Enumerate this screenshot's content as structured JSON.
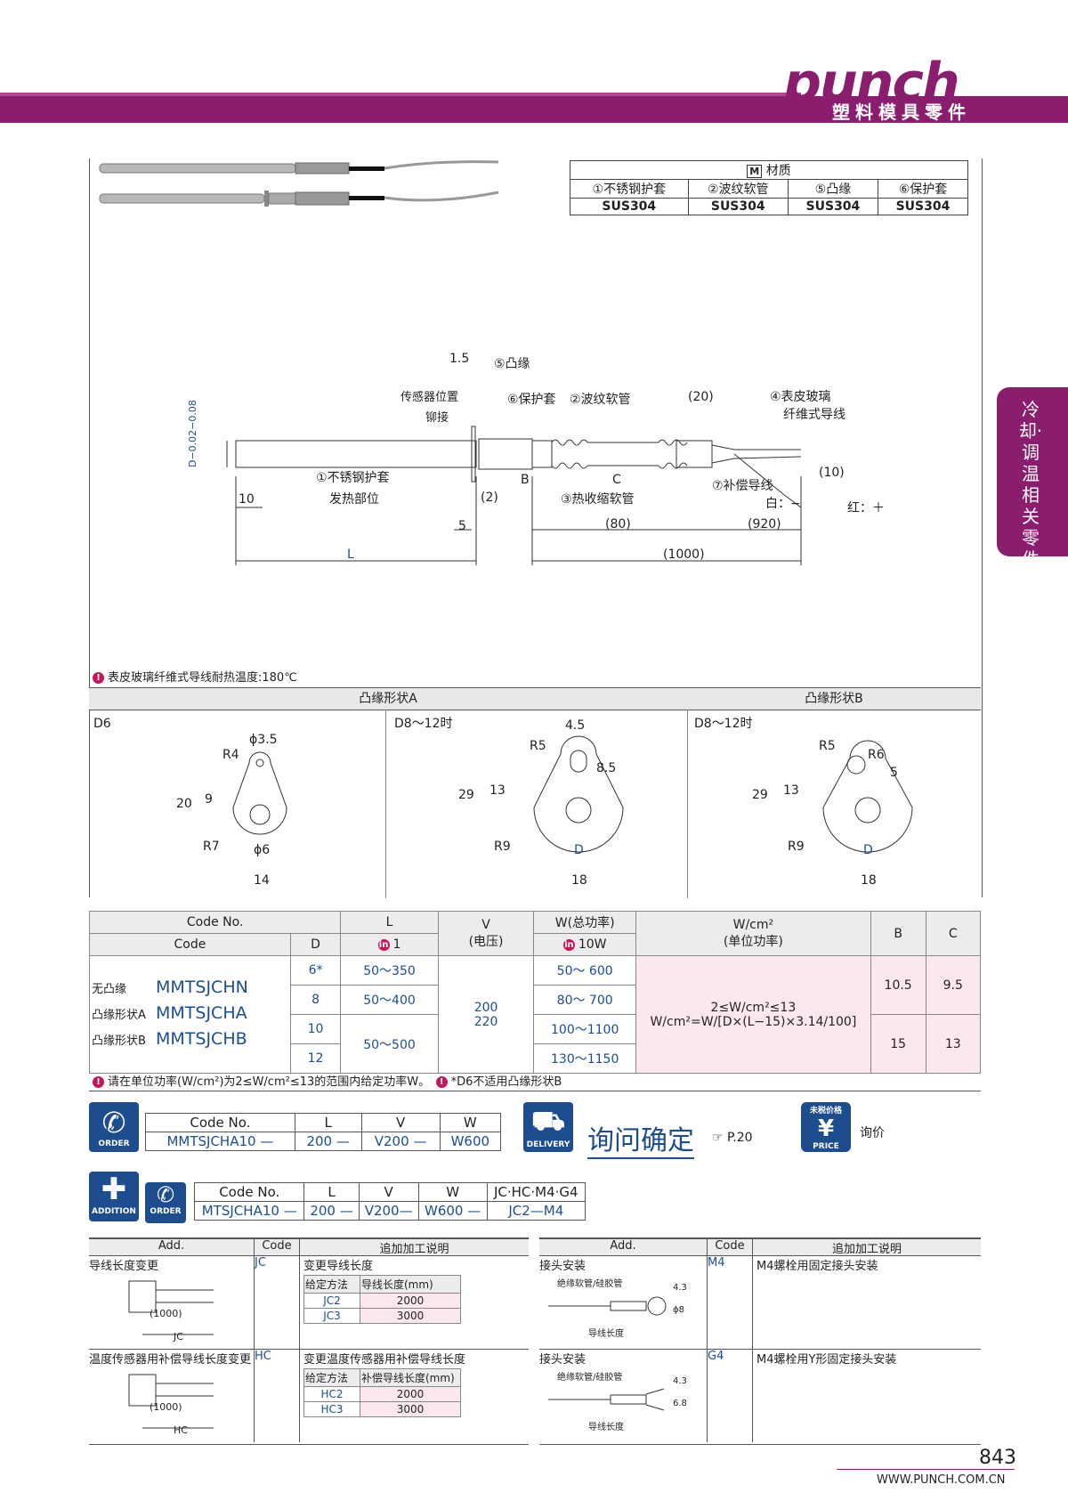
{
  "header": {
    "logo": "punch",
    "subtitle": "塑料模具零件",
    "side_tab": "冷却·调温相关零件"
  },
  "material": {
    "title": "材质",
    "badge": "M",
    "cols": [
      "①不锈钢护套",
      "②波纹软管",
      "⑤凸缘",
      "⑥保护套"
    ],
    "vals": [
      "SUS304",
      "SUS304",
      "SUS304",
      "SUS304"
    ]
  },
  "drawing": {
    "labels": {
      "l15": "1.5",
      "flange": "⑤凸缘",
      "sensor": "传感器位置",
      "rivet": "铆接",
      "cover": "⑥保护套",
      "hose": "②波纹软管",
      "d20": "(20)",
      "wire": "④表皮玻璃",
      "wire2": "纤维式导线",
      "tol": "D−0.02−0.08",
      "sheath": "①不锈钢护套",
      "heat": "发热部位",
      "b": "B",
      "c": "C",
      "shrink": "③热收缩软管",
      "comp": "⑦补偿导线",
      "d10": "(10)",
      "white": "白：−",
      "red": "红：＋",
      "ten": "10",
      "two": "(2)",
      "five": "5",
      "d80": "(80)",
      "d920": "(920)",
      "L": "L",
      "d1000": "(1000)"
    }
  },
  "note1": "表皮玻璃纤维式导线耐热温度:180℃",
  "shapes": {
    "a_title": "凸缘形状A",
    "b_title": "凸缘形状B",
    "p1": {
      "lbl": "D6",
      "d": "ϕ3.5",
      "r": "R4",
      "h": "20",
      "h2": "9",
      "r2": "R7",
      "dia": "ϕ6",
      "w": "14"
    },
    "p2": {
      "lbl": "D8～12时",
      "t": "4.5",
      "r": "R5",
      "h": "29",
      "h2": "13",
      "s": "8.5",
      "r2": "R9",
      "D": "D",
      "w": "18"
    },
    "p3": {
      "lbl": "D8～12时",
      "r": "R5",
      "r6": "R6",
      "h": "29",
      "h2": "13",
      "s": "5",
      "r2": "R9",
      "D": "D",
      "w": "18"
    }
  },
  "spec": {
    "h_codeno": "Code No.",
    "h_code": "Code",
    "h_d": "D",
    "h_l": "L",
    "h_l_unit": "1",
    "h_v": "V",
    "h_v2": "(电压)",
    "h_w": "W(总功率)",
    "h_w_unit": "10W",
    "h_wcm": "W/cm²",
    "h_wcm2": "(单位功率)",
    "h_b": "B",
    "h_c": "C",
    "types": [
      {
        "t": "无凸缘",
        "c": "MMTSJCHN"
      },
      {
        "t": "凸缘形状A",
        "c": "MMTSJCHA"
      },
      {
        "t": "凸缘形状B",
        "c": "MMTSJCHB"
      }
    ],
    "rows": [
      {
        "d": "6*",
        "l": "50～350",
        "w": "50～ 600"
      },
      {
        "d": "8",
        "l": "50～400",
        "w": "80～ 700"
      },
      {
        "d": "10",
        "l": "50～500",
        "w": "100～1100"
      },
      {
        "d": "12",
        "l": "",
        "w": "130～1150"
      }
    ],
    "v": "200\n220",
    "formula1": "2≤W/cm²≤13",
    "formula2": "W/cm²=W/[D×(L−15)×3.14/100]",
    "b1": "10.5",
    "c1": "9.5",
    "b2": "15",
    "c2": "13"
  },
  "note2": "请在单位功率(W/cm²)为2≤W/cm²≤13的范围内给定功率W。",
  "note3": "*D6不适用凸缘形状B",
  "order": {
    "icon": "ORDER",
    "cols": [
      "Code No.",
      "L",
      "V",
      "W"
    ],
    "vals": [
      "MMTSJCHA10",
      "—",
      "200",
      "—",
      "V200",
      "—",
      "W600"
    ],
    "delivery": "DELIVERY",
    "inquiry": "询问确定",
    "ref": "☞ P.20",
    "price_top": "未税价格",
    "price": "PRICE",
    "price_txt": "询价"
  },
  "addition": {
    "icon": "ADDITION",
    "icon2": "ORDER",
    "cols": [
      "Code No.",
      "L",
      "V",
      "W",
      "JC·HC·M4·G4"
    ],
    "vals": [
      "MTSJCHA10",
      "—",
      "200",
      "—",
      "V200",
      "—",
      "W600",
      "—",
      "JC2—M4"
    ]
  },
  "add_table": {
    "h": [
      "Add.",
      "Code",
      "追加加工说明"
    ],
    "rows": [
      {
        "name": "导线长度变更",
        "code": "JC",
        "desc": "变更导线长度",
        "sub": [
          "给定方法",
          "导线长度(mm)"
        ],
        "items": [
          [
            "JC2",
            "2000"
          ],
          [
            "JC3",
            "3000"
          ]
        ],
        "d1": "(1000)",
        "d2": "JC"
      },
      {
        "name": "温度传感器用补偿导线长度变更",
        "code": "HC",
        "desc": "变更温度传感器用补偿导线长度",
        "sub": [
          "给定方法",
          "补偿导线长度(mm)"
        ],
        "items": [
          [
            "HC2",
            "2000"
          ],
          [
            "HC3",
            "3000"
          ]
        ],
        "d1": "(1000)",
        "d2": "HC"
      }
    ],
    "rows2": [
      {
        "name": "接头安装",
        "code": "M4",
        "desc": "M4螺栓用固定接头安装",
        "l1": "绝缘软管/硅胶管",
        "l2": "导线长度",
        "d1": "4.3",
        "d2": "ϕ8"
      },
      {
        "name": "接头安装",
        "code": "G4",
        "desc": "M4螺栓用Y形固定接头安装",
        "l1": "绝缘软管/硅胶管",
        "l2": "导线长度",
        "d1": "4.3",
        "d2": "6.8"
      }
    ]
  },
  "footer": {
    "page": "843",
    "url": "WWW.PUNCH.COM.CN"
  }
}
